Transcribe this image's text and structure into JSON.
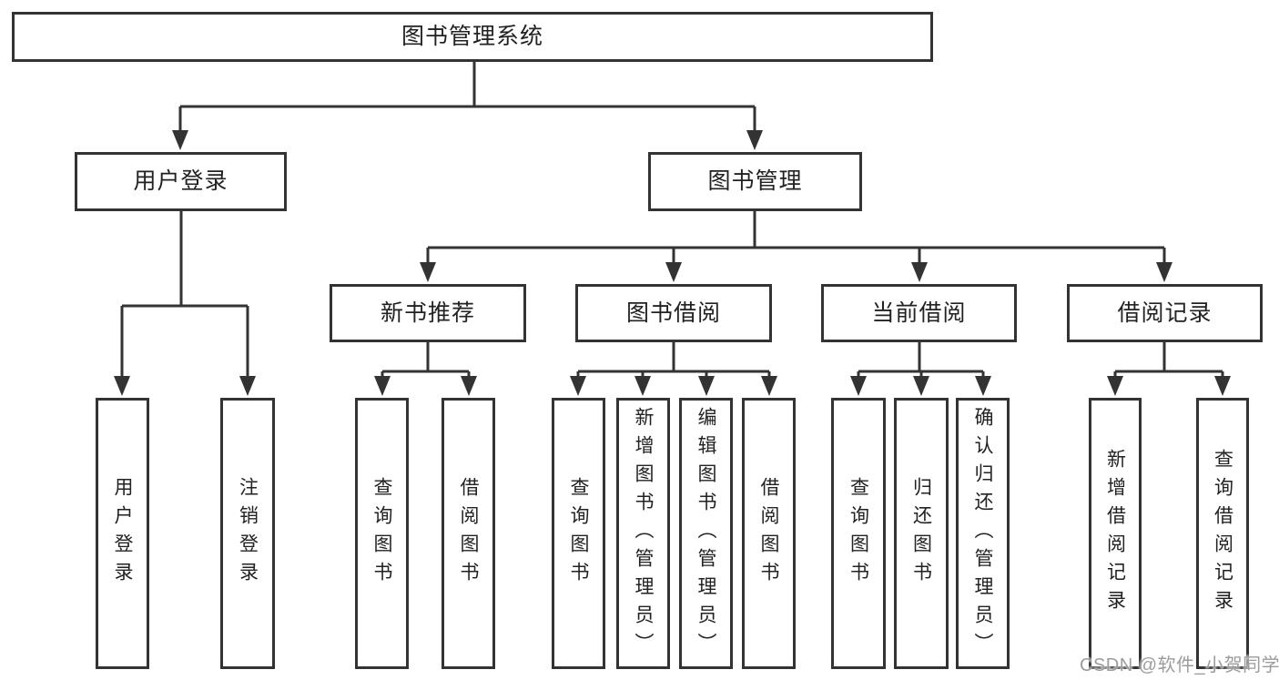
{
  "diagram": {
    "root": {
      "label": "图书管理系统",
      "children": [
        {
          "label": "用户登录",
          "children": [
            {
              "label": "用户登录"
            },
            {
              "label": "注销登录"
            }
          ]
        },
        {
          "label": "图书管理",
          "children": [
            {
              "label": "新书推荐",
              "children": [
                {
                  "label": "查询图书"
                },
                {
                  "label": "借阅图书"
                }
              ]
            },
            {
              "label": "图书借阅",
              "children": [
                {
                  "label": "查询图书"
                },
                {
                  "label": "新增图书（管理员）"
                },
                {
                  "label": "编辑图书（管理员）"
                },
                {
                  "label": "借阅图书"
                }
              ]
            },
            {
              "label": "当前借阅",
              "children": [
                {
                  "label": "查询图书"
                },
                {
                  "label": "归还图书"
                },
                {
                  "label": "确认归还（管理员）"
                }
              ]
            },
            {
              "label": "借阅记录",
              "children": [
                {
                  "label": "新增借阅记录"
                },
                {
                  "label": "查询借阅记录"
                }
              ]
            }
          ]
        }
      ]
    }
  },
  "watermark": {
    "text": "CSDN @软件_小贺同学"
  },
  "colors": {
    "line": "#333333",
    "text": "#222222",
    "watermark": "#9c9c9c",
    "background": "#ffffff"
  }
}
